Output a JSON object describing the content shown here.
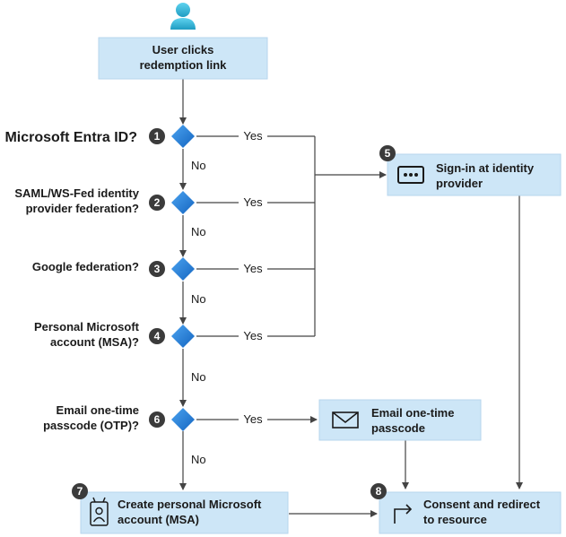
{
  "nodes": {
    "start": {
      "line1": "User clicks",
      "line2": "redemption link"
    },
    "q1": {
      "number": "1",
      "line1": "Microsoft Entra ID?"
    },
    "q2": {
      "number": "2",
      "line1": "SAML/WS-Fed identity",
      "line2": "provider federation?"
    },
    "q3": {
      "number": "3",
      "line1": "Google federation?"
    },
    "q4": {
      "number": "4",
      "line1": "Personal Microsoft",
      "line2": "account (MSA)?"
    },
    "q6": {
      "number": "6",
      "line1": "Email one-time",
      "line2": "passcode (OTP)?"
    },
    "signin": {
      "number": "5",
      "line1": "Sign-in at identity",
      "line2": "provider"
    },
    "otp": {
      "line1": "Email one-time",
      "line2": "passcode"
    },
    "msa": {
      "number": "7",
      "line1": "Create personal Microsoft",
      "line2": "account (MSA)"
    },
    "consent": {
      "number": "8",
      "line1": "Consent and redirect",
      "line2": "to resource"
    }
  },
  "edges": {
    "yes": "Yes",
    "no": "No"
  },
  "icons": {
    "user": "user-icon",
    "diamond": "decision-diamond-icon",
    "signin": "password-dots-icon",
    "otp": "envelope-icon",
    "msa": "id-badge-icon",
    "consent": "redirect-arrow-icon"
  },
  "colors": {
    "box_fill": "#cde6f7",
    "diamond": "#1e78d4",
    "badge": "#3b3b3b",
    "line": "#444444",
    "user_icon": "#2fb8d6"
  }
}
